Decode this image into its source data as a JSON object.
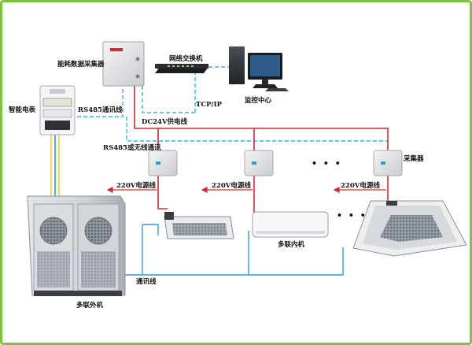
{
  "labels": {
    "collector": "能耗数据采集器",
    "switch": "网络交换机",
    "monitor": "监控中心",
    "meter": "智能电表",
    "rs485": "RS485通讯线",
    "tcpip": "TCP/IP",
    "dc24v": "DC24V供电线",
    "rs485_wireless": "RS485或无线通讯",
    "acquirer": "采集器",
    "power_1": "220V电源线",
    "power_2": "220V电源线",
    "power_3": "220V电源线",
    "indoor": "多联内机",
    "comm_line": "通讯线",
    "outdoor": "多联外机",
    "dots_1": "• • •",
    "dots_2": "• • •"
  },
  "colors": {
    "frame": "#7fc241",
    "comm_blue": "#2a9fd6",
    "dashed_cyan": "#35b8d8",
    "power_red": "#d8292f",
    "meter_yellow": "#e8cf3a"
  }
}
